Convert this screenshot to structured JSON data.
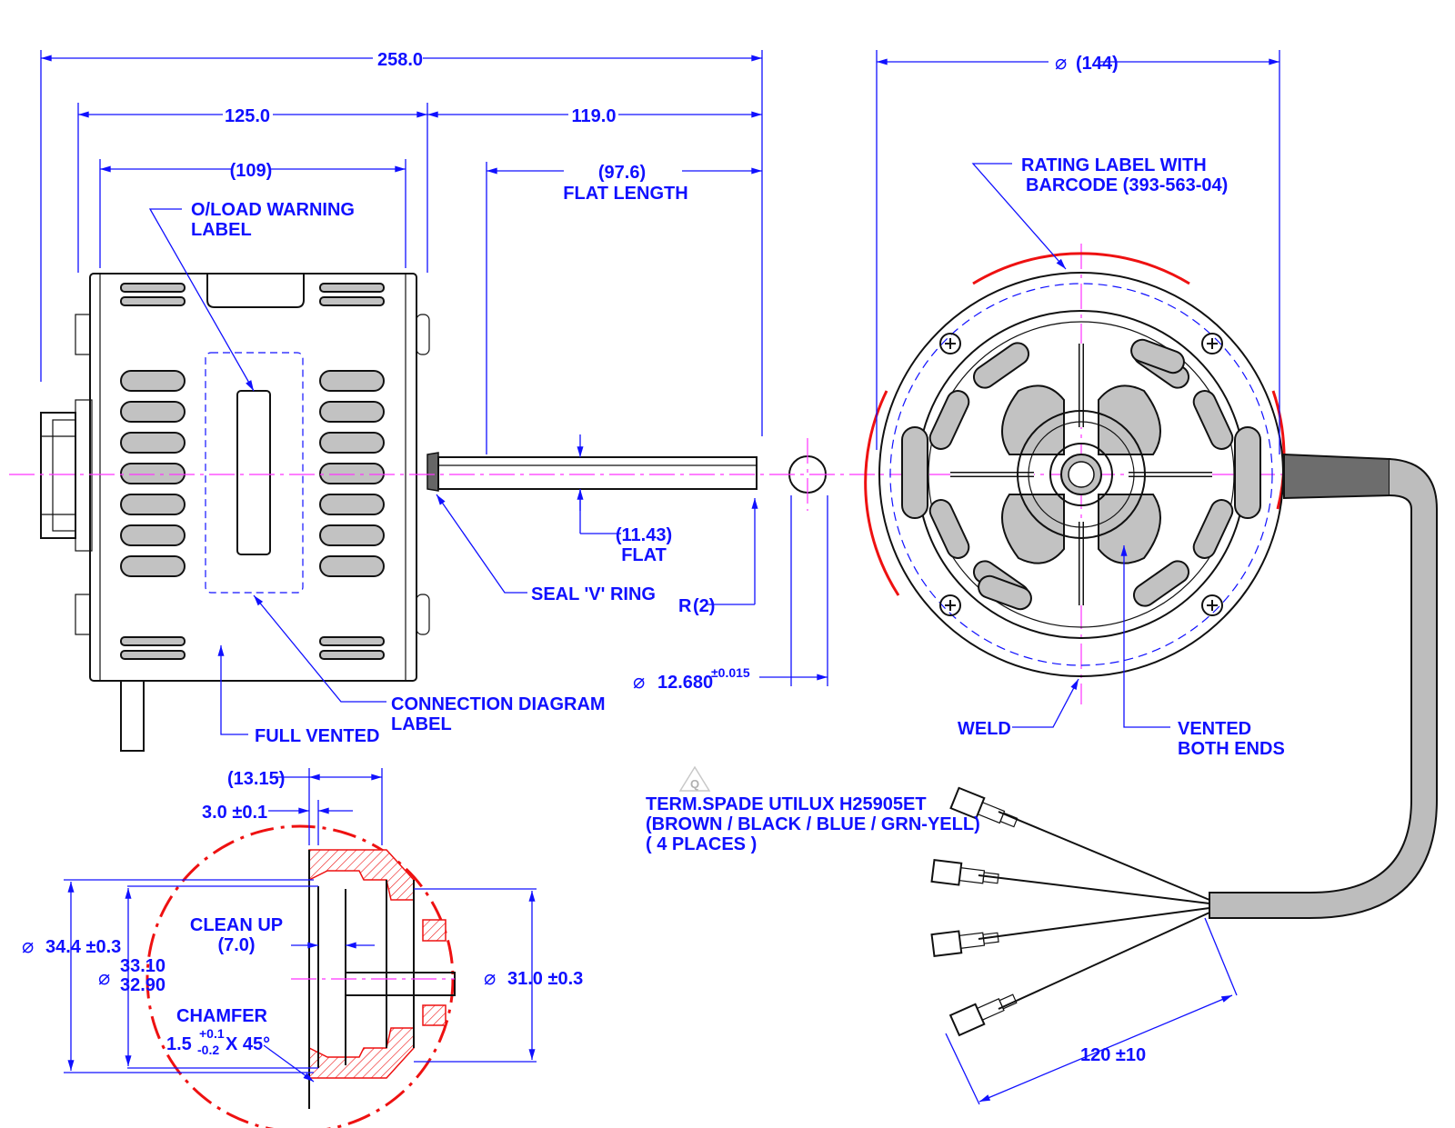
{
  "colors": {
    "dimension": "#1010ff",
    "outline": "#111111",
    "centerline": "#ff33ff",
    "highlight": "#ee1111",
    "vent_fill": "#c2c2c2",
    "cable": "#bdbdbd"
  },
  "icons": {
    "diameter_symbol": "⌀",
    "revision_marker": "triangle-q-icon"
  },
  "dimensions": {
    "overall_length": "258.0",
    "body_length": "125.0",
    "shaft_length": "119.0",
    "vent_span": "(109)",
    "flat_length_value": "(97.6)",
    "flat_length_label": "FLAT LENGTH",
    "end_diameter": "(144)",
    "flat_value": "(11.43)",
    "flat_label": "FLAT",
    "radius": "R",
    "radius_value": "(2)",
    "shaft_diameter": "12.680",
    "shaft_tolerance": "±0.015",
    "boss_depth": "(13.15)",
    "step_width": "3.0 ±0.1",
    "outer_diameter": "34.4 ±0.3",
    "bore_upper": "33.10",
    "bore_lower": "32.90",
    "inner_diameter": "31.0 ±0.3",
    "lead_length": "120 ±10"
  },
  "labels": {
    "oload_line1": "O/LOAD WARNING",
    "oload_line2": "LABEL",
    "rating_line1": "RATING LABEL WITH",
    "rating_line2": "BARCODE (393-563-04)",
    "connection_line1": "CONNECTION DIAGRAM",
    "connection_line2": "LABEL",
    "full_vented": "FULL VENTED",
    "seal": "SEAL 'V' RING",
    "weld": "WELD",
    "vented_line1": "VENTED",
    "vented_line2": "BOTH ENDS",
    "terminal_line1": "TERM.SPADE UTILUX H25905ET",
    "terminal_line2": "(BROWN / BLACK / BLUE / GRN-YELL)",
    "terminal_line3": "( 4 PLACES )",
    "revision_letter": "Q",
    "clean_up": "CLEAN UP",
    "clean_up_value": "(7.0)",
    "chamfer": "CHAMFER",
    "chamfer_base": "1.5",
    "chamfer_plus": "+0.1",
    "chamfer_minus": "-0.2",
    "chamfer_angle": "X 45°"
  }
}
